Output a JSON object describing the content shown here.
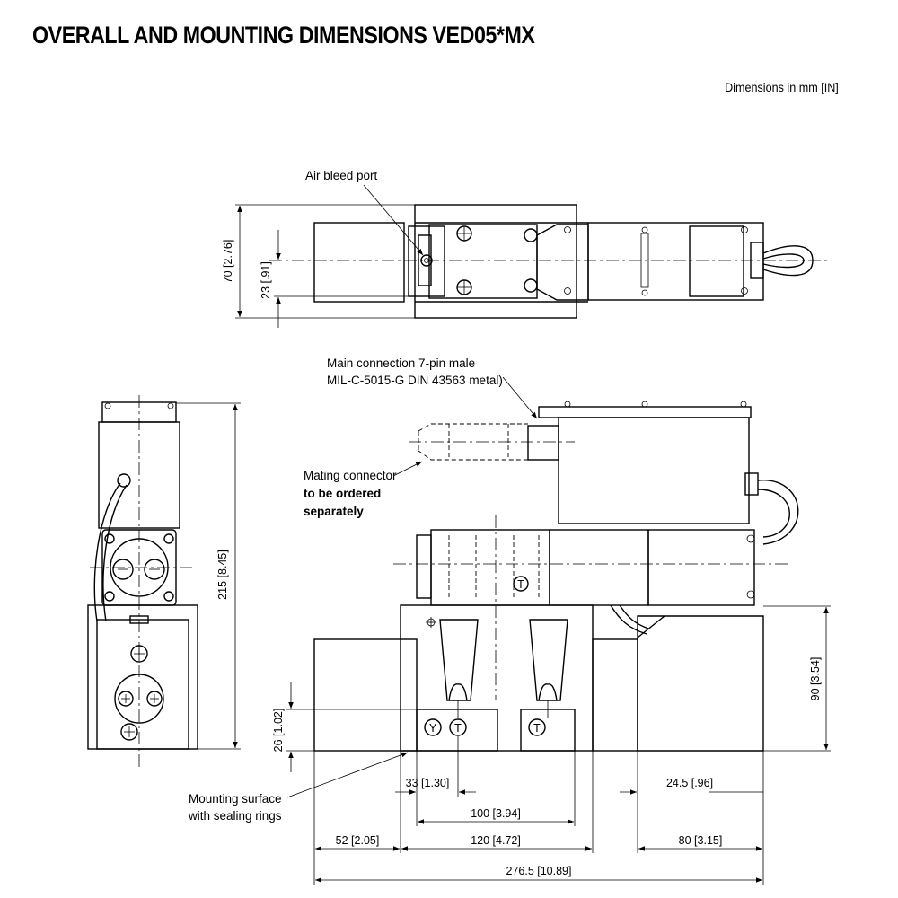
{
  "header": {
    "title": "OVERALL AND MOUNTING DIMENSIONS VED05*MX",
    "units_note": "Dimensions in mm [IN]"
  },
  "callouts": {
    "air_bleed_port": "Air bleed port",
    "main_connection_line1": "Main connection 7-pin  male",
    "main_connection_line2": "MIL-C-5015-G  DIN 43563 metal)",
    "mating_connector_line1": "Mating connector",
    "mating_connector_line2": "to be ordered",
    "mating_connector_line3": "separately",
    "mounting_surface_line1": "Mounting surface",
    "mounting_surface_line2": "with sealing rings"
  },
  "port_labels": {
    "t_upper": "T",
    "y": "Y",
    "t_lower_left": "T",
    "t_lower_right": "T"
  },
  "dimensions": {
    "d70": "70  [2.76]",
    "d23": "23  [.91]",
    "d215": "215  [8.45]",
    "d90": "90  [3.54]",
    "d26": "26  [1.02]",
    "d33": "33  [1.30]",
    "d24_5": "24.5  [.96]",
    "d100": "100  [3.94]",
    "d52": "52  [2.05]",
    "d120": "120  [4.72]",
    "d80": "80  [3.15]",
    "d276_5": "276.5  [10.89]"
  }
}
